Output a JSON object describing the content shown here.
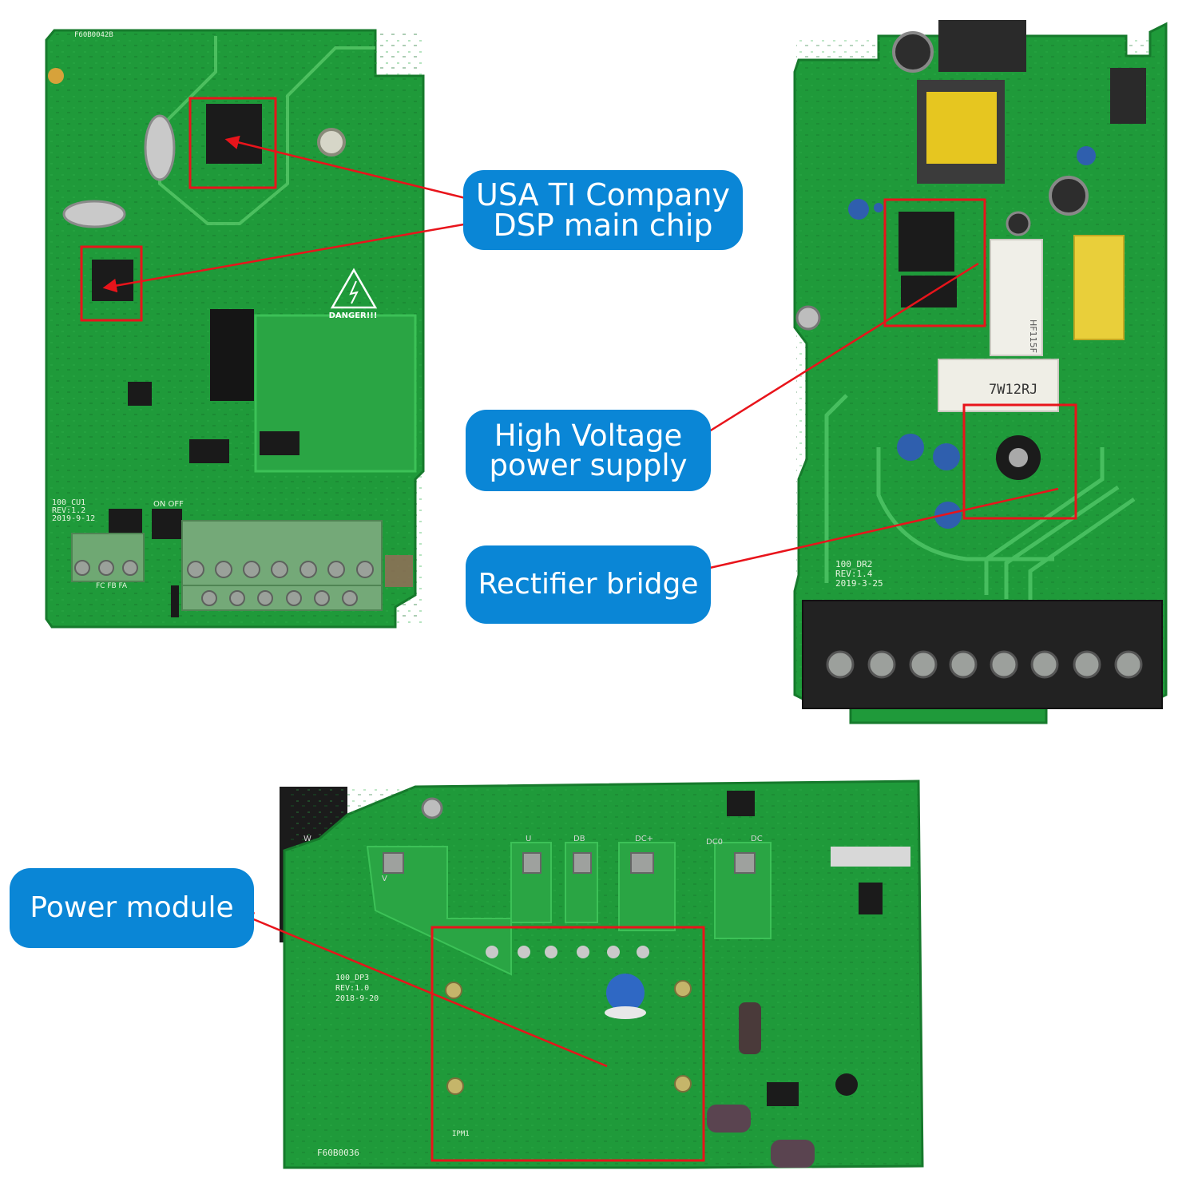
{
  "callouts": {
    "dsp": {
      "line1": "USA TI Company",
      "line2": "DSP main chip"
    },
    "hv": {
      "line1": "High Voltage",
      "line2": "power supply"
    },
    "rectifier": {
      "label": "Rectifier bridge"
    },
    "power_module": {
      "label": "Power module"
    }
  },
  "boards": {
    "control": {
      "id": "F60B0042B",
      "model": "100_CU1",
      "rev": "REV:1.2",
      "date": "2019-9-12",
      "warning": "DANGER!!!",
      "switch_label": "ON OFF",
      "terminals": "FC FB FA"
    },
    "driver": {
      "model": "100_DR2",
      "rev": "REV:1.4",
      "date": "2019-3-25",
      "resistor": "7W12RJ",
      "relay": "HF115F"
    },
    "power": {
      "model": "100_DP3",
      "rev": "REV:1.0",
      "date": "2018-9-20",
      "id": "F60B0036",
      "ipm": "IPM1",
      "terminals": [
        "W",
        "V",
        "U",
        "DB",
        "DC+",
        "DC0",
        "DC"
      ]
    }
  },
  "colors": {
    "pcb": "#1f9a3a",
    "callout": "#0a86d6",
    "highlight": "#e8141b"
  }
}
